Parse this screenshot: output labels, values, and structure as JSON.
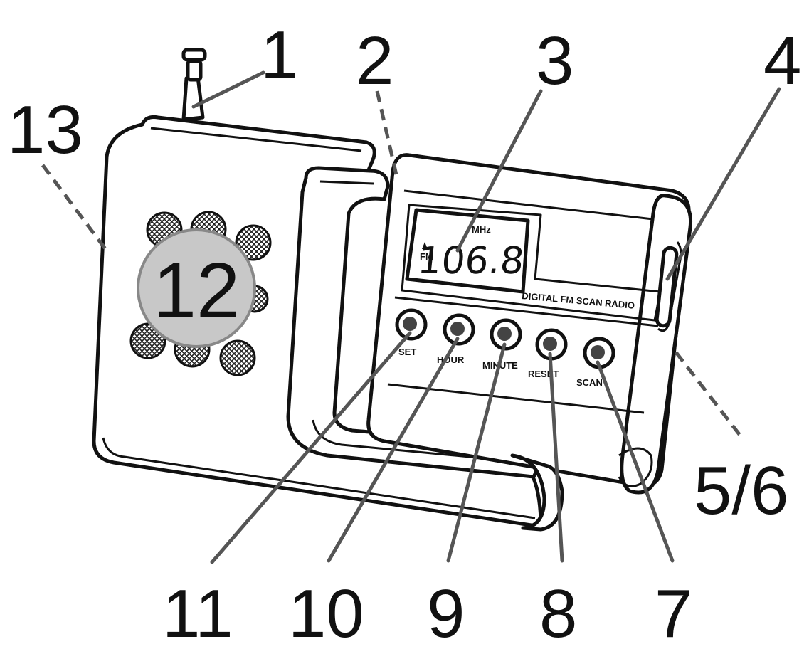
{
  "display": {
    "frequency": "106.8",
    "unit": "MHz",
    "band": "FM"
  },
  "brand_text": "DIGITAL FM SCAN RADIO",
  "buttons": [
    {
      "label": "SET"
    },
    {
      "label": "HOUR"
    },
    {
      "label": "MINUTE"
    },
    {
      "label": "RESET"
    },
    {
      "label": "SCAN"
    }
  ],
  "callouts": {
    "c1": "1",
    "c2": "2",
    "c3": "3",
    "c4": "4",
    "c5_6": "5/6",
    "c7": "7",
    "c8": "8",
    "c9": "9",
    "c10": "10",
    "c11": "11",
    "c12": "12",
    "c13": "13"
  }
}
